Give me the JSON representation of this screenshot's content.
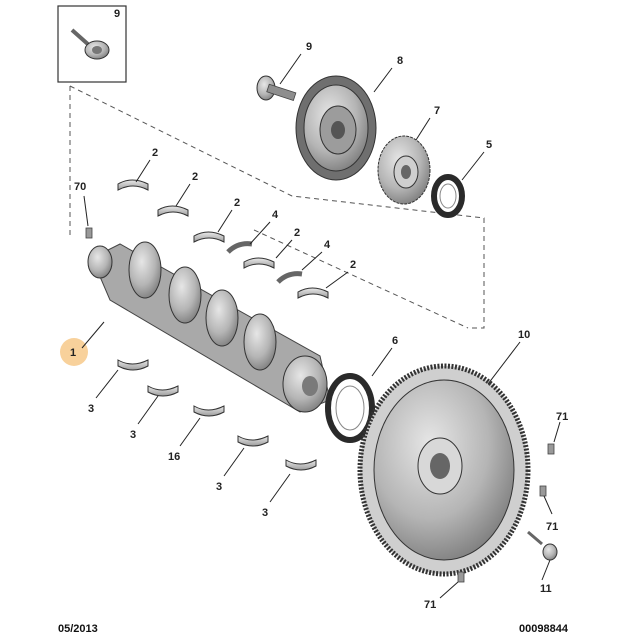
{
  "diagram": {
    "callouts": {
      "inset_9": "9",
      "damper_bolt_9": "9",
      "pulley_8": "8",
      "sprocket_7": "7",
      "seal_5": "5",
      "bearing_2a": "2",
      "bearing_2b": "2",
      "bearing_2c": "2",
      "bearing_2d": "2",
      "bearing_2e": "2",
      "thrust_4a": "4",
      "thrust_4b": "4",
      "pin_70": "70",
      "crankshaft_1": "1",
      "rear_seal_6": "6",
      "flywheel_10": "10",
      "bearing_3a": "3",
      "bearing_3b": "3",
      "bearing_16": "16",
      "bearing_3c": "3",
      "bearing_3d": "3",
      "dowel_71a": "71",
      "dowel_71b": "71",
      "dowel_71c": "71",
      "bolt_11": "11"
    },
    "footer": {
      "date": "05/2013",
      "reference": "00098844"
    },
    "colors": {
      "highlight": "#f7c98a",
      "metal": "#b9b9b9",
      "metal_dark": "#8a8a8a",
      "seal": "#2a2a2a"
    }
  }
}
